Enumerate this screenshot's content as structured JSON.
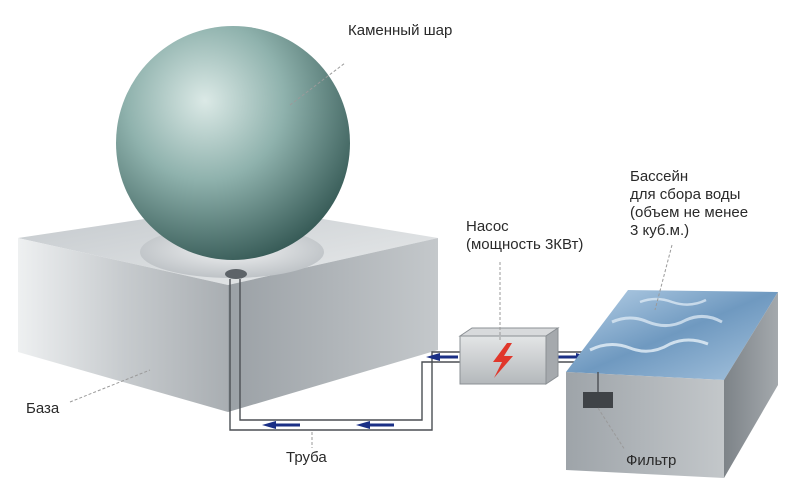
{
  "labels": {
    "ball": "Каменный шар",
    "pump_line1": "Насос",
    "pump_line2": "(мощность 3КВт)",
    "pool_line1": "Бассейн",
    "pool_line2": "для сбора воды",
    "pool_line3": "(объем не менее",
    "pool_line4": "3 куб.м.)",
    "base": "База",
    "pipe": "Труба",
    "filter": "Фильтр"
  },
  "colors": {
    "label_text": "#2a2a2a",
    "leader_line": "#9a9a9a",
    "ball_light": "#cfe1dd",
    "ball_dark": "#3f6964",
    "base_top": "#d5d8db",
    "base_side": "#9aa0a6",
    "pipe_arrow": "#1a2f86",
    "pump_body": "#c9cbcd",
    "pump_bolt": "#e0372b",
    "water": "#7ea6c9",
    "pool_wall": "#8e9499"
  },
  "icons": [
    "lightning-bolt-icon",
    "arrow-left-icon",
    "arrow-right-icon"
  ]
}
